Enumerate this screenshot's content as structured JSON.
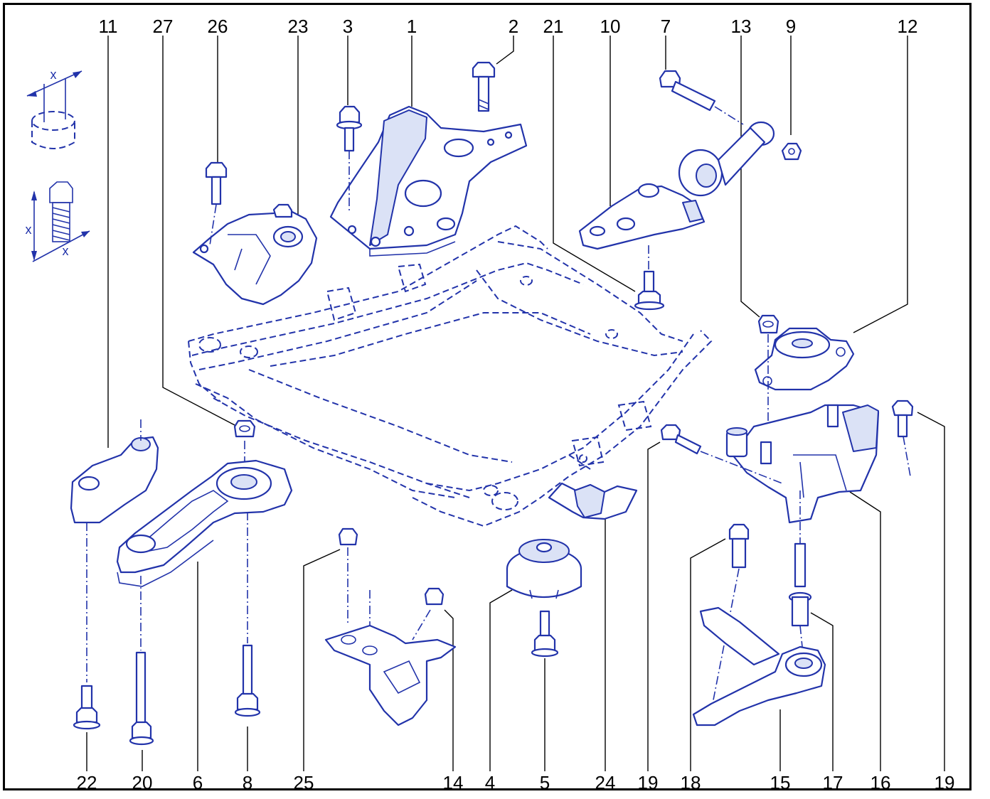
{
  "diagram": {
    "labels_top": [
      "11",
      "27",
      "26",
      "23",
      "3",
      "1",
      "2",
      "21",
      "10",
      "7",
      "13",
      "9",
      "12"
    ],
    "labels_bottom": [
      "22",
      "20",
      "6",
      "8",
      "25",
      "14",
      "4",
      "5",
      "24",
      "19",
      "18",
      "15",
      "17",
      "16",
      "19"
    ],
    "detail_marks": [
      "x",
      "x",
      "x"
    ]
  },
  "colors": {
    "line": "#2233aa",
    "frame": "#000000",
    "fill": "#dbe2f6"
  }
}
